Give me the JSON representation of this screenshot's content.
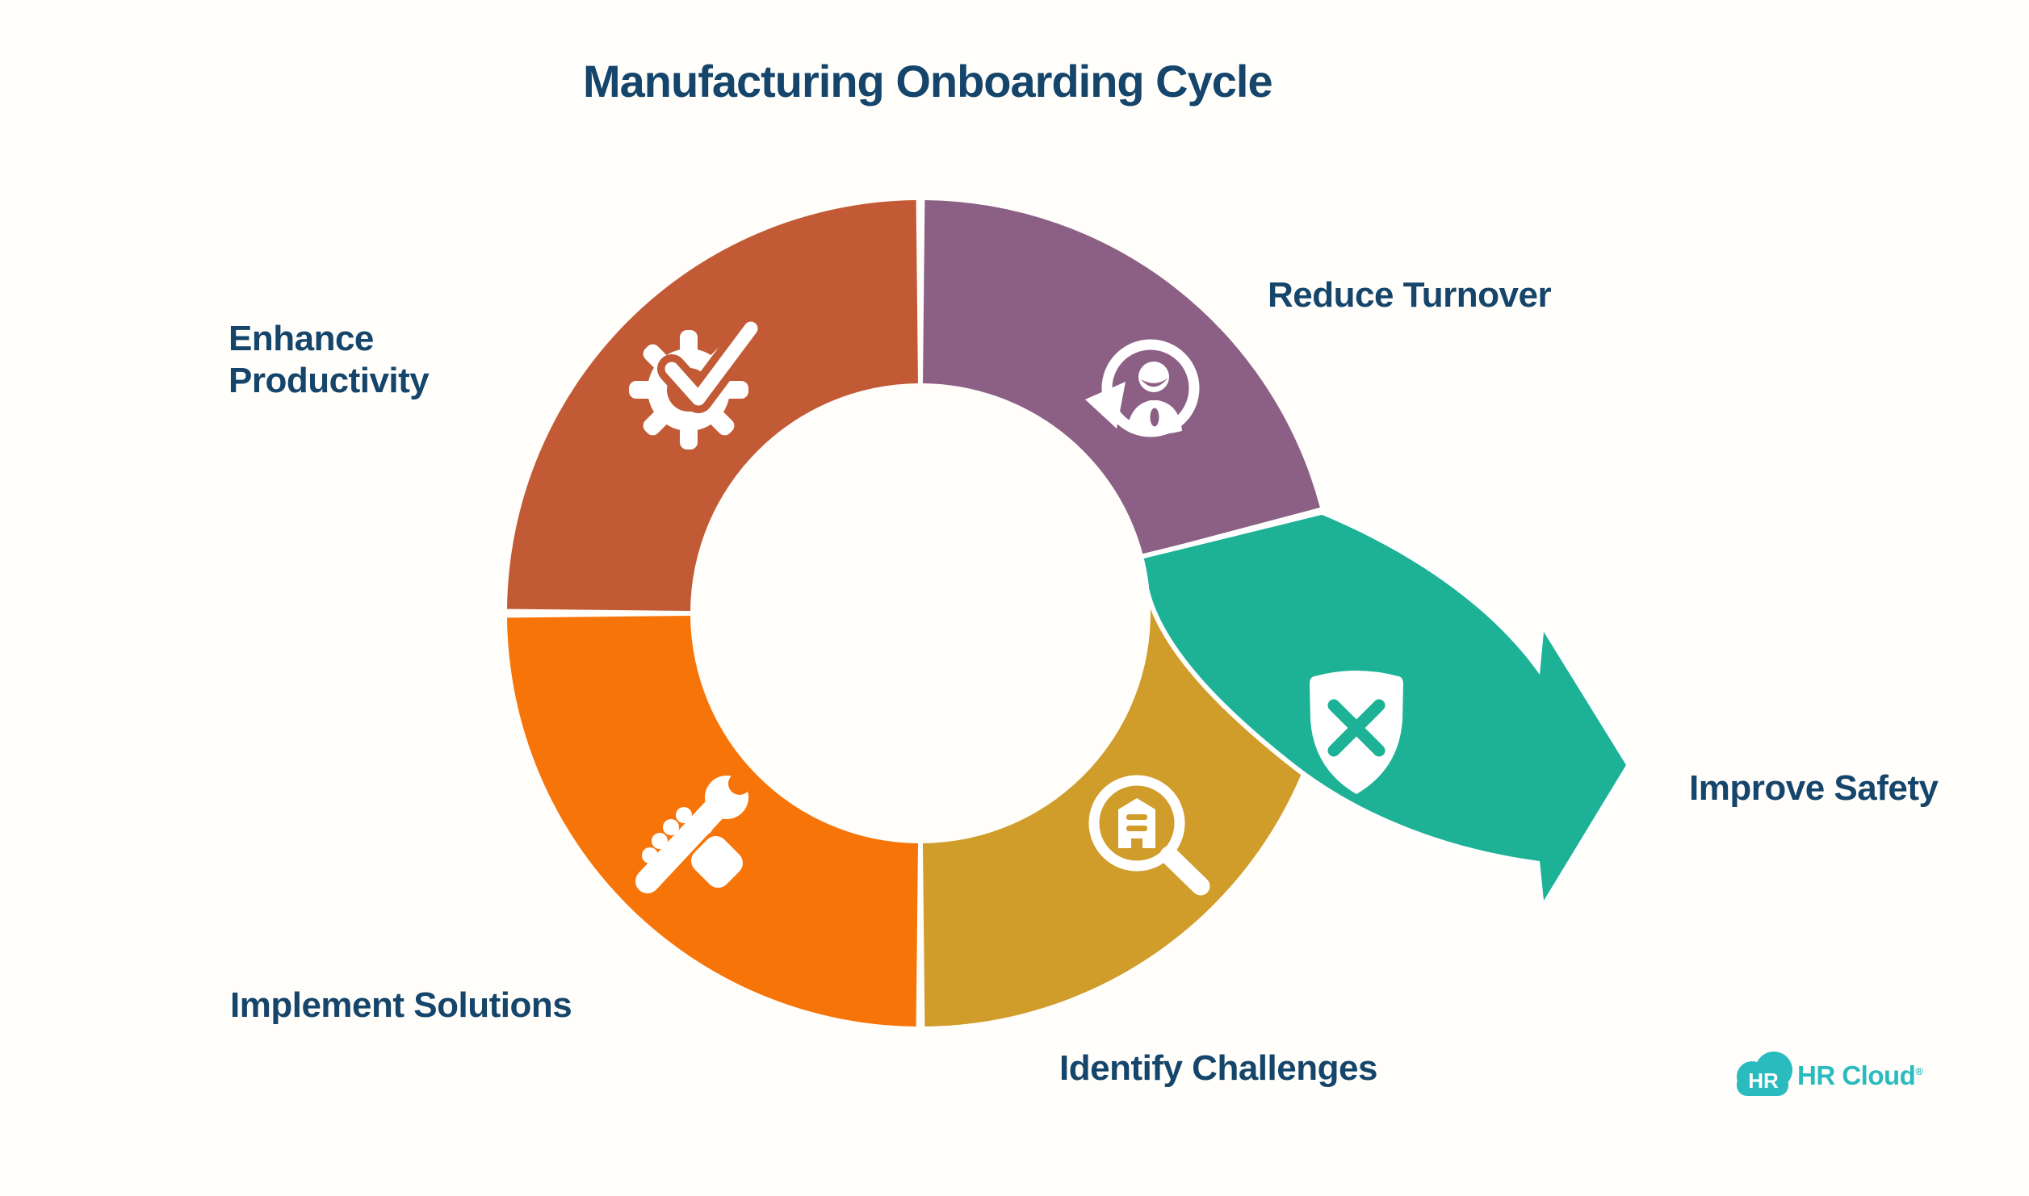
{
  "title": "Manufacturing Onboarding Cycle",
  "colors": {
    "navy_text": "#15456a",
    "background": "#fffefb",
    "gap_white": "#ffffff"
  },
  "stages": [
    {
      "label": "Enhance Productivity",
      "color": "#c25b35",
      "icon": "gear-check-icon",
      "position": "top-left"
    },
    {
      "label": "Reduce Turnover",
      "color": "#8c6085",
      "icon": "person-refresh-icon",
      "position": "top-right"
    },
    {
      "label": "Improve Safety",
      "color": "#1db296",
      "icon": "shield-x-icon",
      "position": "right-arrow"
    },
    {
      "label": "Identify Challenges",
      "color": "#d09c2a",
      "icon": "magnifier-building-icon",
      "position": "bottom-right"
    },
    {
      "label": "Implement Solutions",
      "color": "#f77408",
      "icon": "hand-wrench-icon",
      "position": "bottom-left"
    }
  ],
  "logo": {
    "cloud_text": "HR",
    "wordmark": "HR Cloud",
    "registered_mark": "®",
    "color": "#2abbbe"
  }
}
